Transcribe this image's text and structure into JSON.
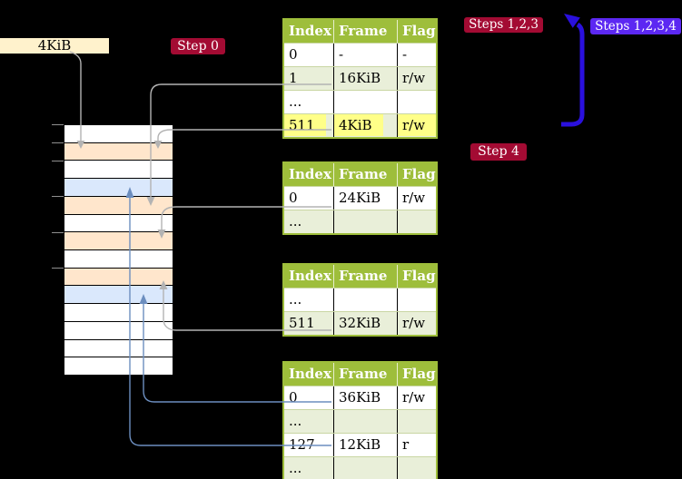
{
  "colors": {
    "badge_red": "#a30b33",
    "badge_blue": "#5c28f2",
    "arrow_blue": "#2a10dd",
    "connector_gray": "#b3b3b3",
    "connector_blue": "#6c8ebf",
    "table_header_green": "#9ebe3b",
    "table_border_green": "#9ebe3b",
    "table_row_green": "#e9efd9",
    "row_orange": "#ffe6cc",
    "row_blue": "#dae8fc",
    "highlight_yellow": "#ffff88",
    "frame_label_bg": "#fff2cc"
  },
  "frame_label": {
    "text": "4KiB"
  },
  "badges": {
    "step0": "Step 0",
    "steps123": "Steps 1,2,3",
    "steps1234": "Steps 1,2,3,4",
    "step4": "Step 4"
  },
  "memory_strip": {
    "rows": [
      "empty",
      "page-table",
      "empty",
      "mapped-page",
      "page-table",
      "empty",
      "page-table",
      "empty",
      "page-table",
      "mapped-page",
      "empty",
      "empty",
      "empty",
      "empty"
    ],
    "tick_boundaries": [
      0,
      1,
      2,
      4,
      6,
      8
    ]
  },
  "tables": [
    {
      "name": "level-4-table-at-4kib",
      "headers": [
        "Index",
        "Frame",
        "Flags"
      ],
      "rows": [
        {
          "cells": [
            "0",
            "-",
            "-"
          ],
          "highlight": false
        },
        {
          "cells": [
            "1",
            "16KiB",
            "r/w"
          ],
          "highlight": false
        },
        {
          "cells": [
            "...",
            "",
            ""
          ],
          "highlight": false
        },
        {
          "cells": [
            "511",
            "4KiB",
            "r/w"
          ],
          "highlight": true
        }
      ]
    },
    {
      "name": "level-3-table-at-16kib",
      "headers": [
        "Index",
        "Frame",
        "Flags"
      ],
      "rows": [
        {
          "cells": [
            "0",
            "24KiB",
            "r/w"
          ],
          "highlight": false
        },
        {
          "cells": [
            "...",
            "",
            ""
          ],
          "highlight": false
        }
      ]
    },
    {
      "name": "level-2-table-at-24kib",
      "headers": [
        "Index",
        "Frame",
        "Flags"
      ],
      "rows": [
        {
          "cells": [
            "...",
            "",
            ""
          ],
          "highlight": false
        },
        {
          "cells": [
            "511",
            "32KiB",
            "r/w"
          ],
          "highlight": false
        }
      ]
    },
    {
      "name": "level-1-table-at-32kib",
      "headers": [
        "Index",
        "Frame",
        "Flags"
      ],
      "rows": [
        {
          "cells": [
            "0",
            "36KiB",
            "r/w"
          ],
          "highlight": false
        },
        {
          "cells": [
            "...",
            "",
            ""
          ],
          "highlight": false
        },
        {
          "cells": [
            "127",
            "12KiB",
            "r"
          ],
          "highlight": false
        },
        {
          "cells": [
            "...",
            "",
            ""
          ],
          "highlight": false
        }
      ]
    }
  ]
}
